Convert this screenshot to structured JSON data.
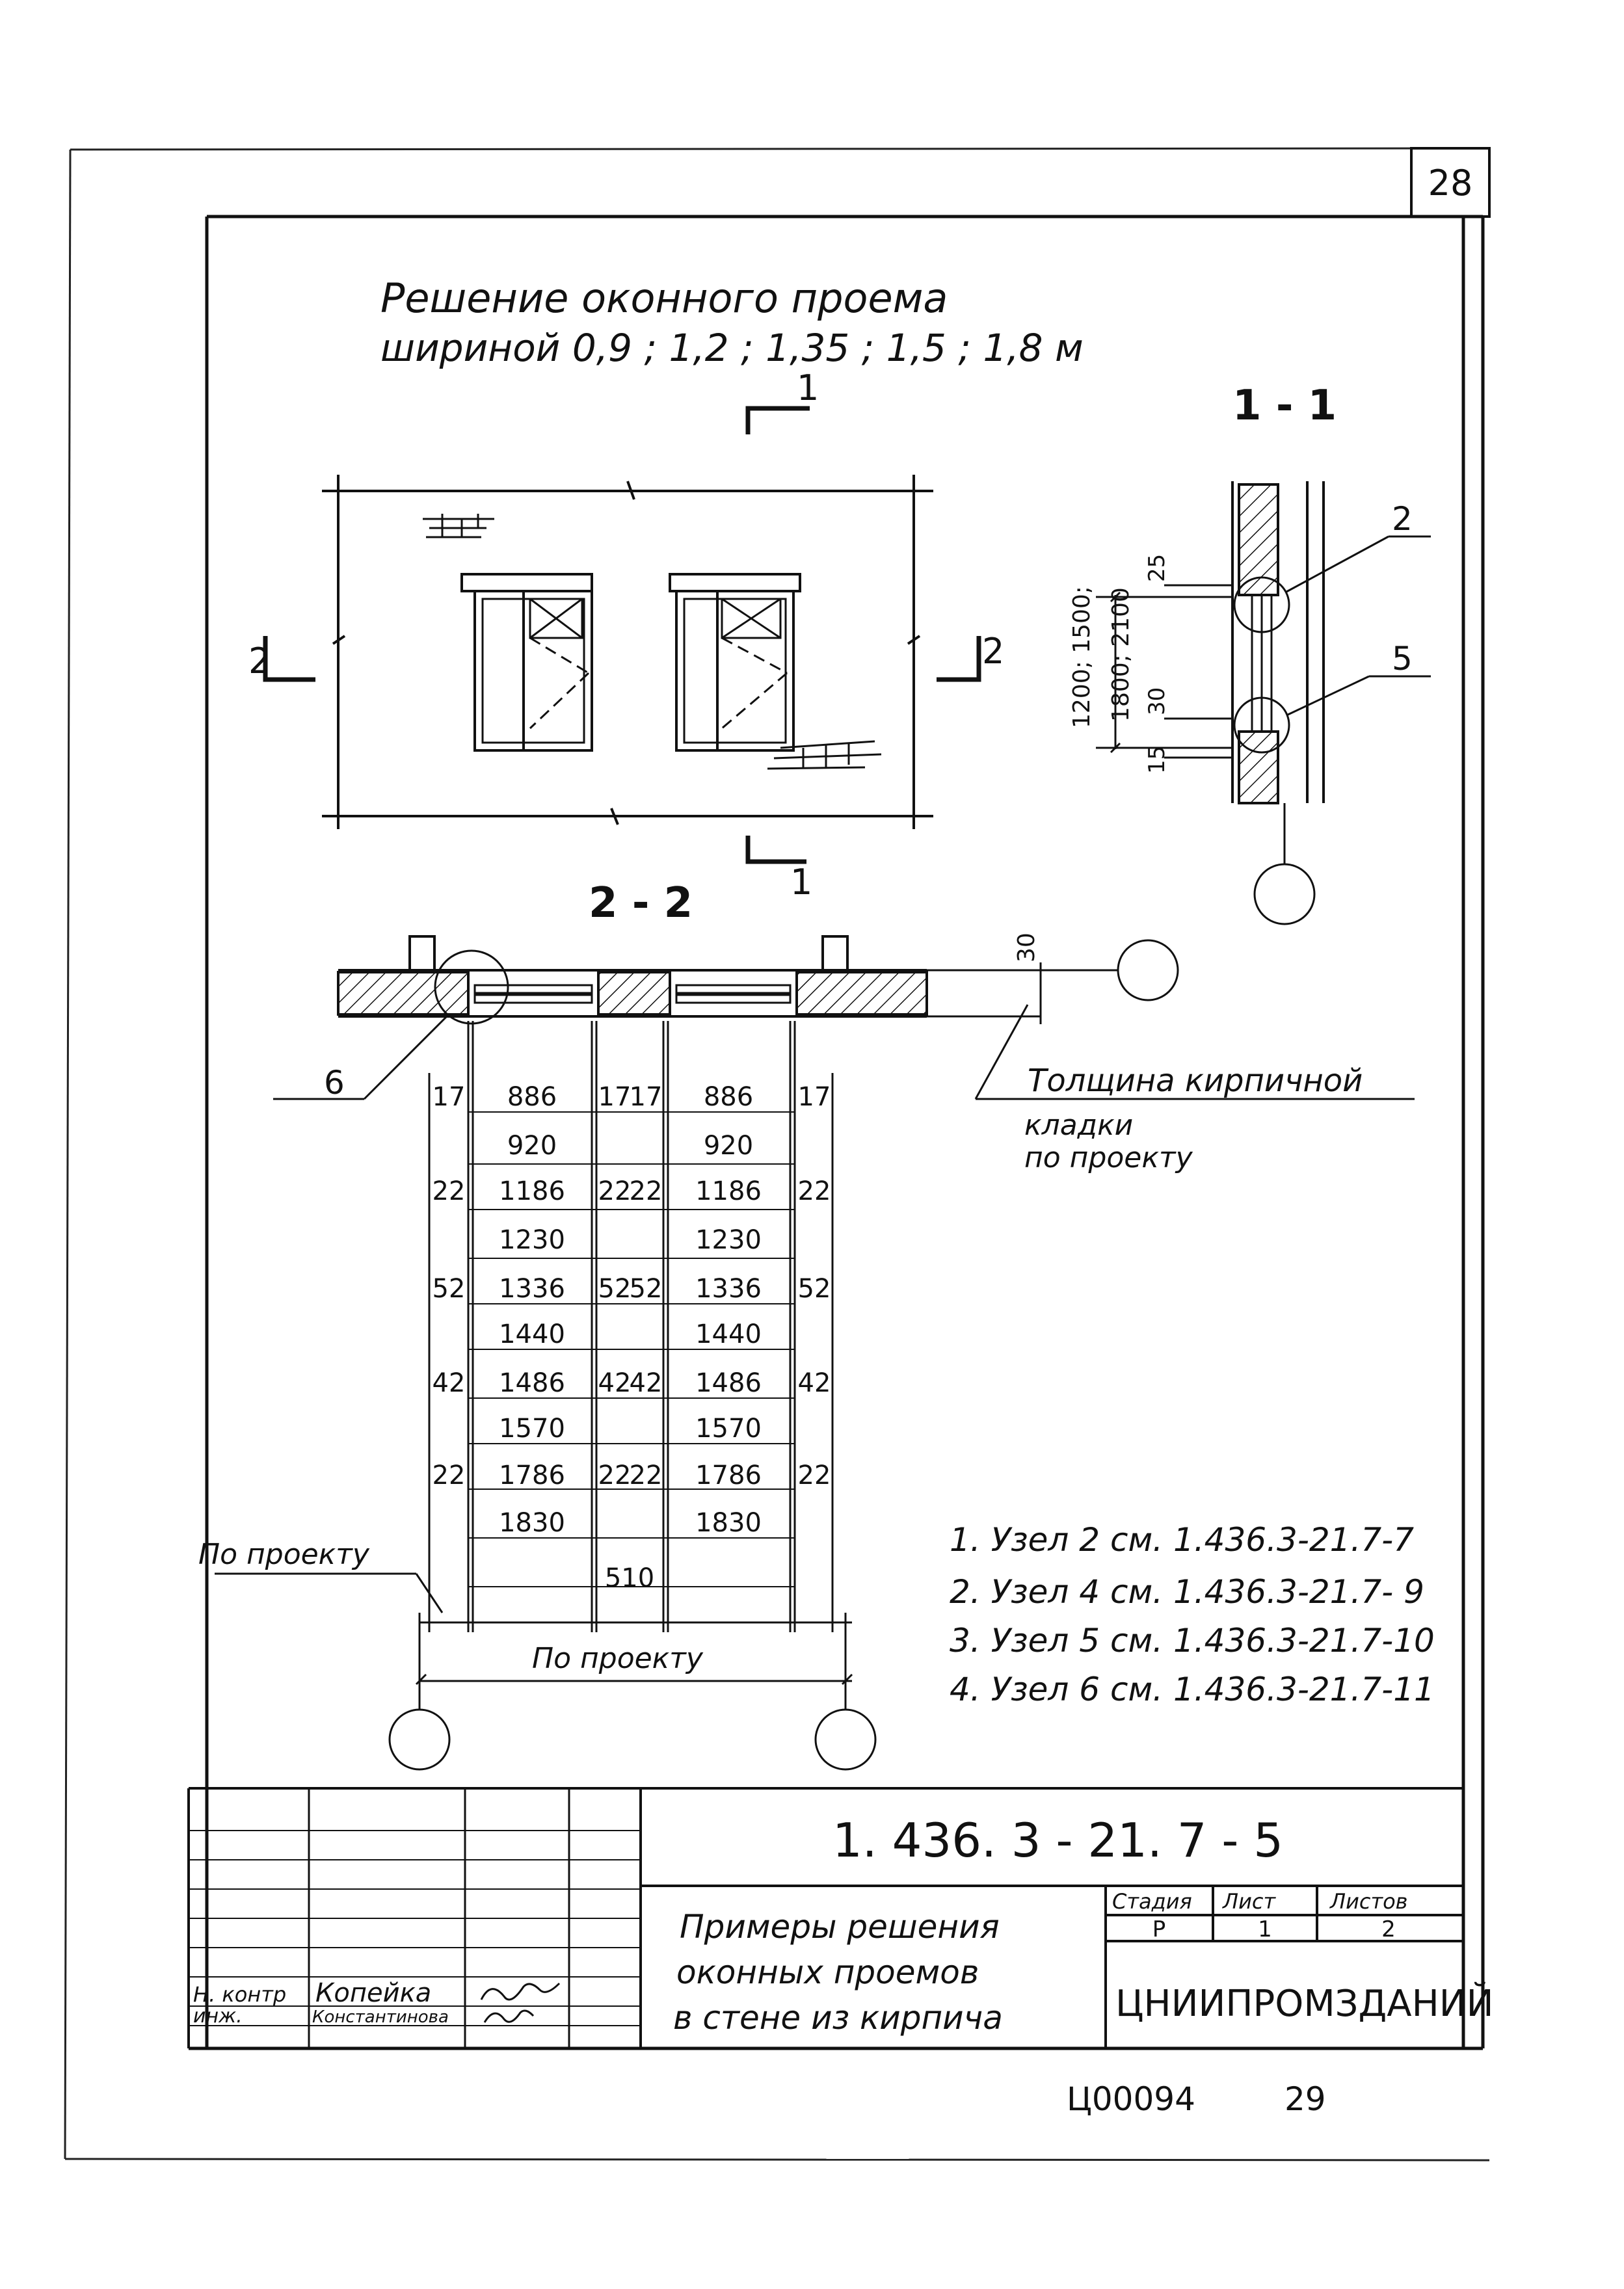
{
  "page_number": "28",
  "title_line1": "Решение оконного проема",
  "title_line2": "шириной 0,9 ; 1,2 ; 1,35 ; 1,5 ; 1,8 м",
  "section_1_1": "1 - 1",
  "section_2_2": "2 - 2",
  "cut_mark_1": "1",
  "cut_mark_2": "2",
  "section_1_1_dims": {
    "height_a": "1200; 1500;",
    "height_b": "1800; 2100",
    "d25": "25",
    "d30": "30",
    "d15": "15"
  },
  "node_labels": {
    "n2": "2",
    "n5": "5",
    "n6": "6"
  },
  "dim_30": "30",
  "wall_note": [
    "Толщина кирпичной",
    "кладки",
    "по проекту"
  ],
  "dim_table": [
    {
      "left_edge": "17",
      "opening": "886",
      "mid_l": "17",
      "mid_r": "17",
      "opening2": "886",
      "right_edge": "17",
      "frame": "920"
    },
    {
      "left_edge": "22",
      "opening": "1186",
      "mid_l": "22",
      "mid_r": "22",
      "opening2": "1186",
      "right_edge": "22",
      "frame": "1230"
    },
    {
      "left_edge": "52",
      "opening": "1336",
      "mid_l": "52",
      "mid_r": "52",
      "opening2": "1336",
      "right_edge": "52",
      "frame": "1440"
    },
    {
      "left_edge": "42",
      "opening": "1486",
      "mid_l": "42",
      "mid_r": "42",
      "opening2": "1486",
      "right_edge": "42",
      "frame": "1570"
    },
    {
      "left_edge": "22",
      "opening": "1786",
      "mid_l": "22",
      "mid_r": "22",
      "opening2": "1786",
      "right_edge": "22",
      "frame": "1830"
    }
  ],
  "pier_dim": "510",
  "po_proektu_left": "По проекту",
  "po_proektu_bottom": "По проекту",
  "notes": [
    "1. Узел 2 см. 1.436.3-21.7-7",
    "2. Узел 4 см. 1.436.3-21.7- 9",
    "3. Узел 5 см. 1.436.3-21.7-10",
    "4. Узел 6 см. 1.436.3-21.7-11"
  ],
  "stamp": {
    "doc_code": "1. 436. 3 - 21. 7 - 5",
    "description": [
      "Примеры решения",
      "оконных проемов",
      "в стене из кирпича"
    ],
    "stage_header": "Стадия",
    "sheet_header": "Лист",
    "sheets_header": "Листов",
    "stage": "Р",
    "sheet": "1",
    "sheets": "2",
    "org": "ЦНИИПРОМЗДАНИЙ",
    "role1": "Н. контр",
    "name1": "Копейка",
    "role2": "инж.",
    "name2": "Константинова"
  },
  "bottom_code": "Ц00094",
  "bottom_page": "29"
}
